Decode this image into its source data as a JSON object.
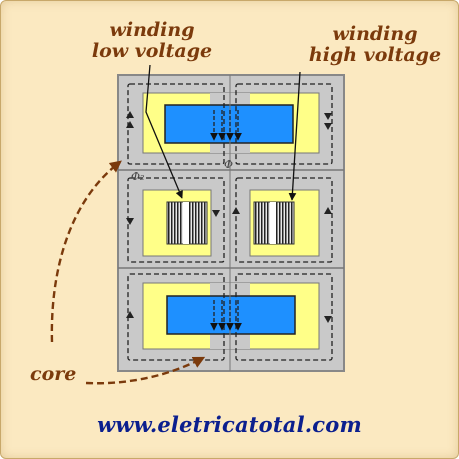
{
  "labels": {
    "winding_low_line1": "winding",
    "winding_low_line2": "low voltage",
    "winding_high_line1": "winding",
    "winding_high_line2": "high voltage",
    "core": "core",
    "flux_1": "Φ",
    "flux_2": "Φ₂"
  },
  "footer": {
    "url": "www.eletricatotal.com"
  },
  "colors": {
    "background": "#fbe9c1",
    "core": "#c9c9c9",
    "window": "#ffff88",
    "winding": "#1e90ff",
    "label_text": "#7b3a0c",
    "url_text": "#0b1f8e"
  }
}
